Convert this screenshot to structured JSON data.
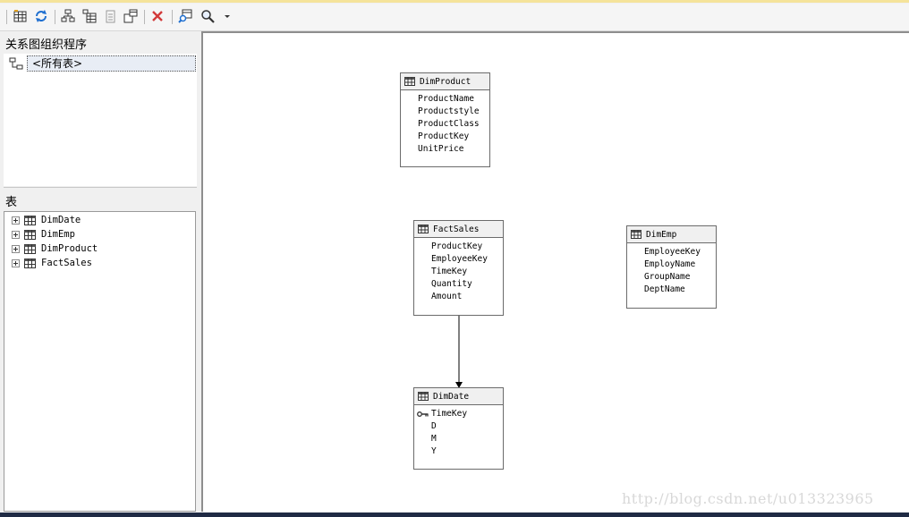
{
  "toolbar": {
    "icons": [
      "add-table-icon",
      "refresh-icon",
      "arrange-tables-icon",
      "add-related-tables-icon",
      "new-text-annotation-icon",
      "autosize-icon",
      "delete-icon",
      "show-table-icon",
      "zoom-icon",
      "dropdown-arrow-icon"
    ]
  },
  "diagram_panel": {
    "title": "关系图组织程序",
    "selected_item": "<所有表>"
  },
  "tables_panel": {
    "title": "表",
    "items": [
      "DimDate",
      "DimEmp",
      "DimProduct",
      "FactSales"
    ]
  },
  "canvas": {
    "tables": {
      "dimproduct": {
        "name": "DimProduct",
        "columns": [
          "ProductName",
          "Productstyle",
          "ProductClass",
          "ProductKey",
          "UnitPrice"
        ]
      },
      "factsales": {
        "name": "FactSales",
        "columns": [
          "ProductKey",
          "EmployeeKey",
          "TimeKey",
          "Quantity",
          "Amount"
        ]
      },
      "dimemp": {
        "name": "DimEmp",
        "columns": [
          "EmployeeKey",
          "EmployName",
          "GroupName",
          "DeptName"
        ]
      },
      "dimdate": {
        "name": "DimDate",
        "columns": [
          "TimeKey",
          "D",
          "M",
          "Y"
        ],
        "key_column": "TimeKey"
      }
    },
    "relationships": [
      {
        "from": "FactSales",
        "to": "DimDate"
      }
    ]
  },
  "watermark": "http://blog.csdn.net/u013323965"
}
